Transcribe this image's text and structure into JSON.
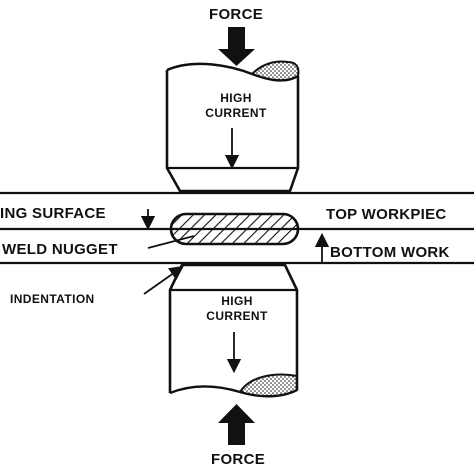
{
  "labels": {
    "force_top": "FORCE",
    "force_bottom": "FORCE",
    "upper_electrode": [
      "HIGH",
      "CURRENT"
    ],
    "lower_electrode": [
      "HIGH",
      "CURRENT"
    ],
    "faying_surface": "ING SURFACE",
    "weld_nugget": "WELD NUGGET",
    "indentation": "INDENTATION",
    "top_workpiece": "TOP WORKPIEC",
    "bottom_workpiece": "BOTTOM WORK"
  },
  "colors": {
    "ink": "#111111",
    "background": "#ffffff"
  }
}
